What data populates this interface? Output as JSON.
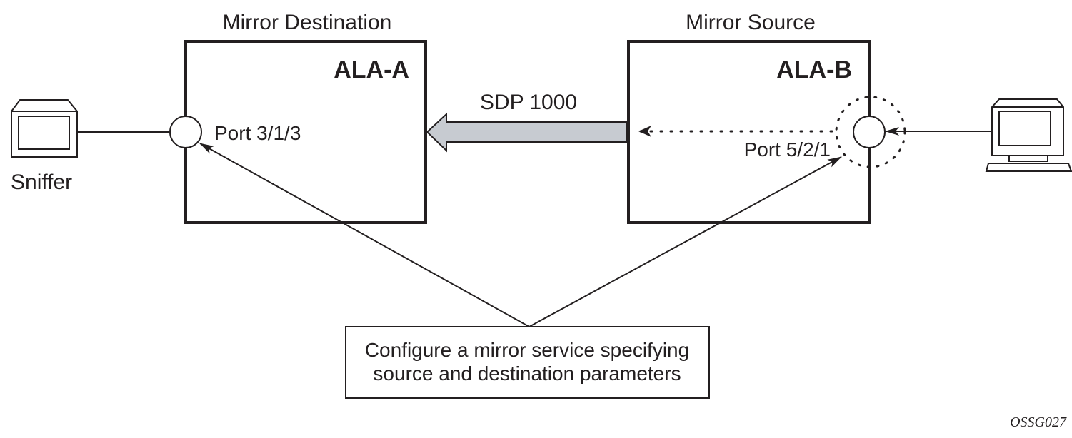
{
  "destination": {
    "heading": "Mirror Destination",
    "node_name": "ALA-A",
    "port_label": "Port 3/1/3"
  },
  "source": {
    "heading": "Mirror Source",
    "node_name": "ALA-B",
    "port_label": "Port 5/2/1"
  },
  "tunnel": {
    "label": "SDP 1000",
    "fill_color": "#c7cbd1"
  },
  "sniffer": {
    "label": "Sniffer",
    "icon": "sniffer-terminal-icon"
  },
  "host": {
    "icon": "computer-icon"
  },
  "callout": {
    "line1": "Configure a mirror service specifying",
    "line2": "source and destination parameters"
  },
  "figure_id": "OSSG027"
}
